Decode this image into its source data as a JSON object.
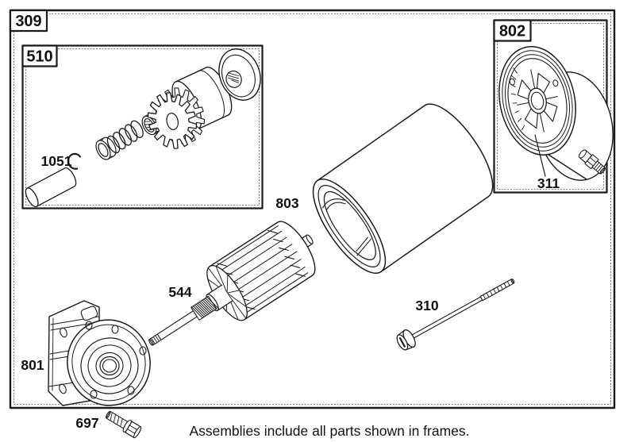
{
  "page": {
    "caption": "Assemblies include all parts shown in frames."
  },
  "frames": {
    "starter_assembly": {
      "label": "309"
    },
    "drive_assembly": {
      "label": "510"
    },
    "end_cap_assembly": {
      "label": "802"
    }
  },
  "part_labels": {
    "retaining_ring": "1051",
    "motor_housing": "803",
    "armature": "544",
    "drive_end_cap": "801",
    "brush_end_cap": "311",
    "through_bolt": "310",
    "mounting_bolt": "697"
  }
}
